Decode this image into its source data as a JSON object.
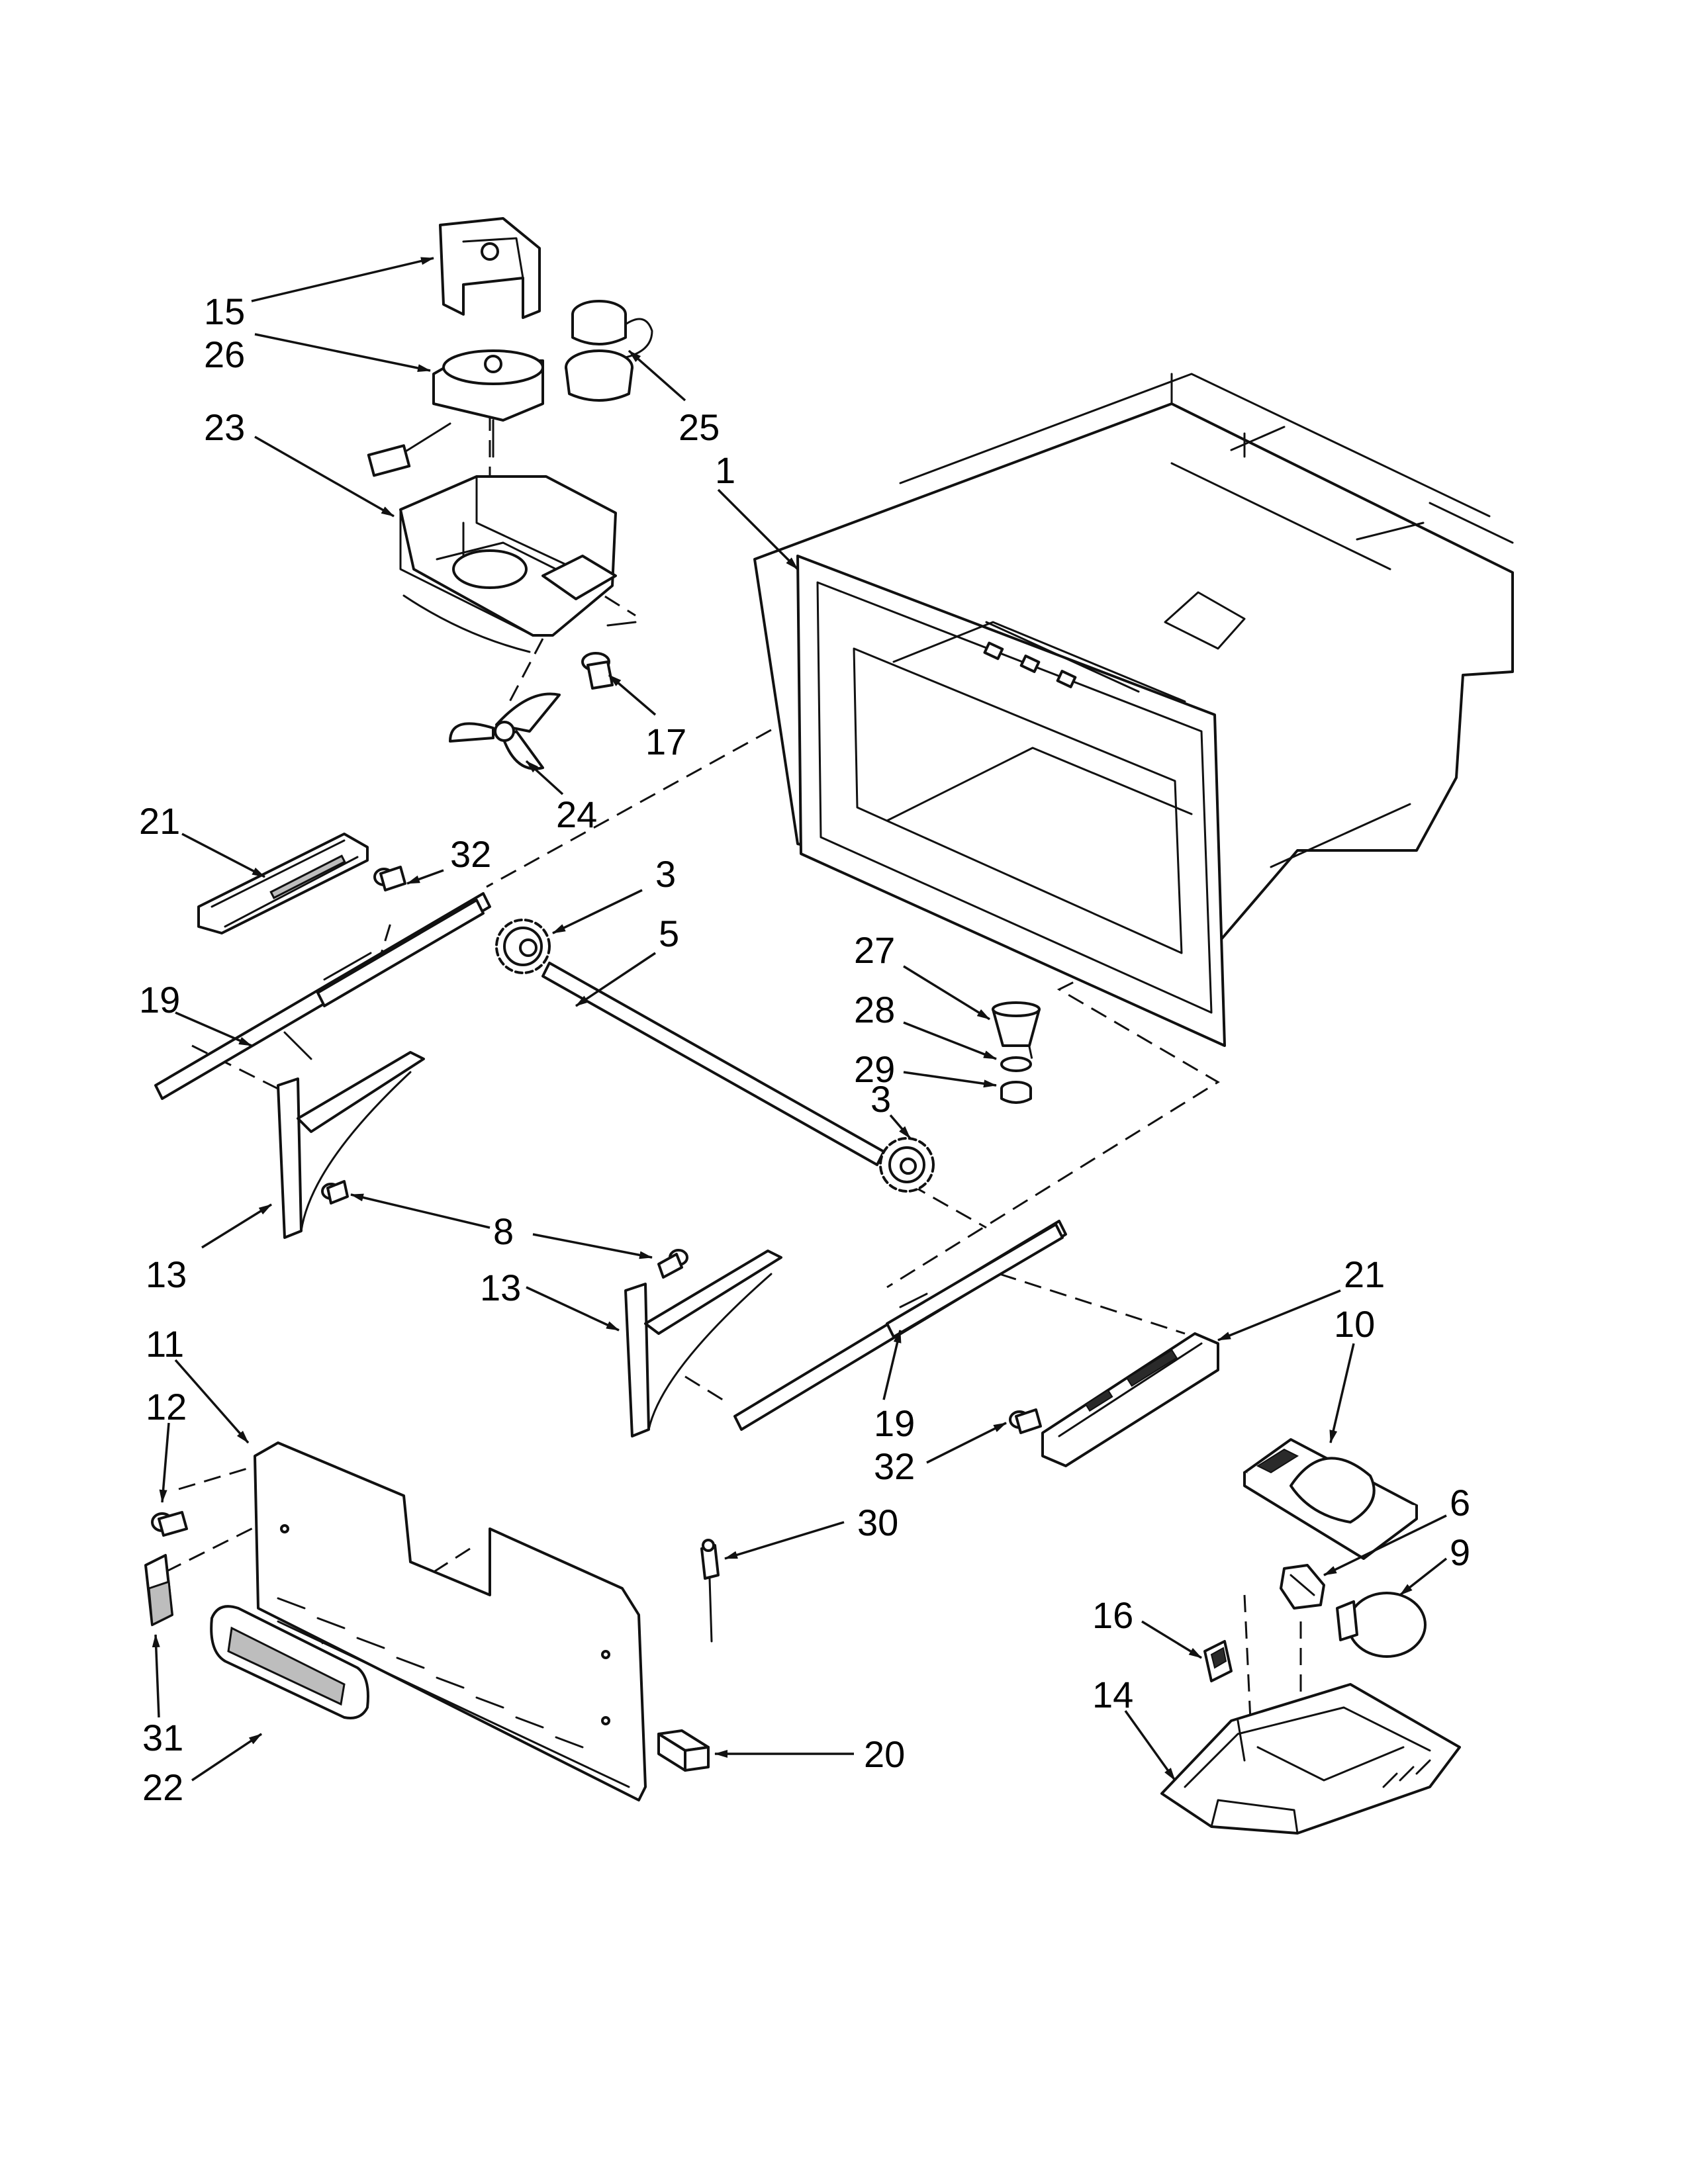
{
  "callouts": [
    {
      "id": "c15",
      "label": "15"
    },
    {
      "id": "c26",
      "label": "26"
    },
    {
      "id": "c23",
      "label": "23"
    },
    {
      "id": "c25",
      "label": "25"
    },
    {
      "id": "c1",
      "label": "1"
    },
    {
      "id": "c17",
      "label": "17"
    },
    {
      "id": "c24",
      "label": "24"
    },
    {
      "id": "c21a",
      "label": "21"
    },
    {
      "id": "c32a",
      "label": "32"
    },
    {
      "id": "c3a",
      "label": "3"
    },
    {
      "id": "c5",
      "label": "5"
    },
    {
      "id": "c19a",
      "label": "19"
    },
    {
      "id": "c27",
      "label": "27"
    },
    {
      "id": "c28",
      "label": "28"
    },
    {
      "id": "c29",
      "label": "29"
    },
    {
      "id": "c3b",
      "label": "3"
    },
    {
      "id": "c13a",
      "label": "13"
    },
    {
      "id": "c8",
      "label": "8"
    },
    {
      "id": "c13b",
      "label": "13"
    },
    {
      "id": "c21b",
      "label": "21"
    },
    {
      "id": "c10",
      "label": "10"
    },
    {
      "id": "c11",
      "label": "11"
    },
    {
      "id": "c12",
      "label": "12"
    },
    {
      "id": "c19b",
      "label": "19"
    },
    {
      "id": "c32b",
      "label": "32"
    },
    {
      "id": "c6",
      "label": "6"
    },
    {
      "id": "c9",
      "label": "9"
    },
    {
      "id": "c30",
      "label": "30"
    },
    {
      "id": "c16",
      "label": "16"
    },
    {
      "id": "c14",
      "label": "14"
    },
    {
      "id": "c31",
      "label": "31"
    },
    {
      "id": "c20",
      "label": "20"
    },
    {
      "id": "c22",
      "label": "22"
    }
  ]
}
